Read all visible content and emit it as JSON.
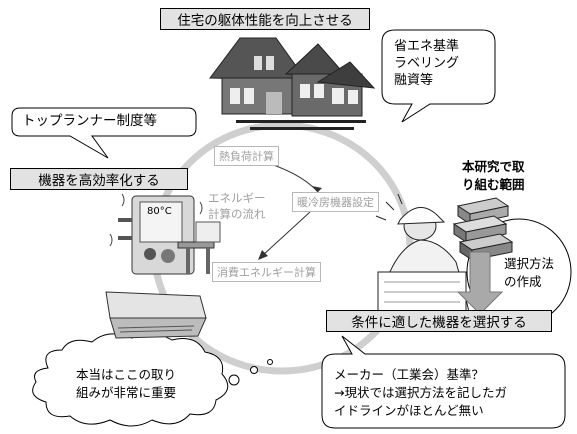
{
  "labels": {
    "envelope": "住宅の躯体性能を向上させる",
    "efficiency": "機器を高効率化する",
    "select_equipment": "条件に適した機器を選択する"
  },
  "callouts": {
    "top_right": [
      "省エネ基準",
      "ラベリング",
      "融資等"
    ],
    "left": "トップランナー制度等",
    "bottom_right": [
      "メーカー（工業会）基準？",
      "→現状では選択方法を記したガ",
      "イドラインがほとんど無い"
    ],
    "bottom_left": [
      "本当はここの取り",
      "組みが非常に重要"
    ],
    "method": [
      "選択方法",
      "の作成"
    ]
  },
  "flow": {
    "title": [
      "エネルギー",
      "計算の流れ"
    ],
    "steps": [
      "熱負荷計算",
      "暖冷房機器設定",
      "消費エネルギー計算"
    ]
  },
  "research_scope": [
    "本研究で取",
    "り組む範囲"
  ],
  "water_heater_text": "80°C",
  "icons": [
    "house-icon",
    "water-heater-icon",
    "air-conditioner-icon",
    "worker-icon",
    "books-icon",
    "down-arrow-icon"
  ]
}
